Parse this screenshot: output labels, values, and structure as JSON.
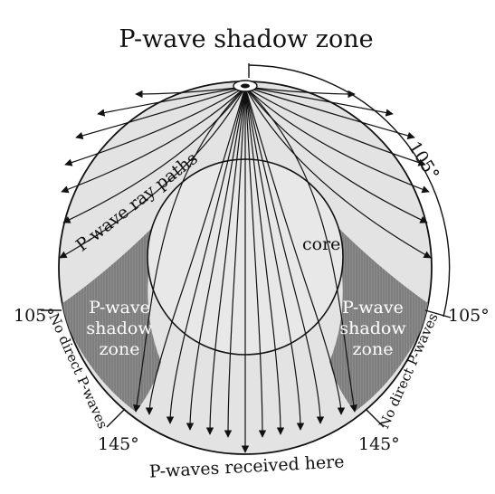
{
  "title": "P-wave shadow zone",
  "labels": {
    "ray_paths": "P-wave ray paths",
    "core": "core",
    "shadow_zone_left": [
      "P-wave",
      "shadow",
      "zone"
    ],
    "shadow_zone_right": [
      "P-wave",
      "shadow",
      "zone"
    ],
    "angle_top": "105°",
    "angle_left": "105°",
    "angle_right": "105°",
    "angle_bottom_left": "145°",
    "angle_bottom_right": "145°",
    "no_direct_left": "No direct P-waves",
    "no_direct_right": "No direct P-waves",
    "received": "P-waves received here"
  },
  "colors": {
    "mantle": "#e3e3e3",
    "core": "#e8e8e8",
    "shadow": "#8c8c8c",
    "ink": "#111111"
  }
}
